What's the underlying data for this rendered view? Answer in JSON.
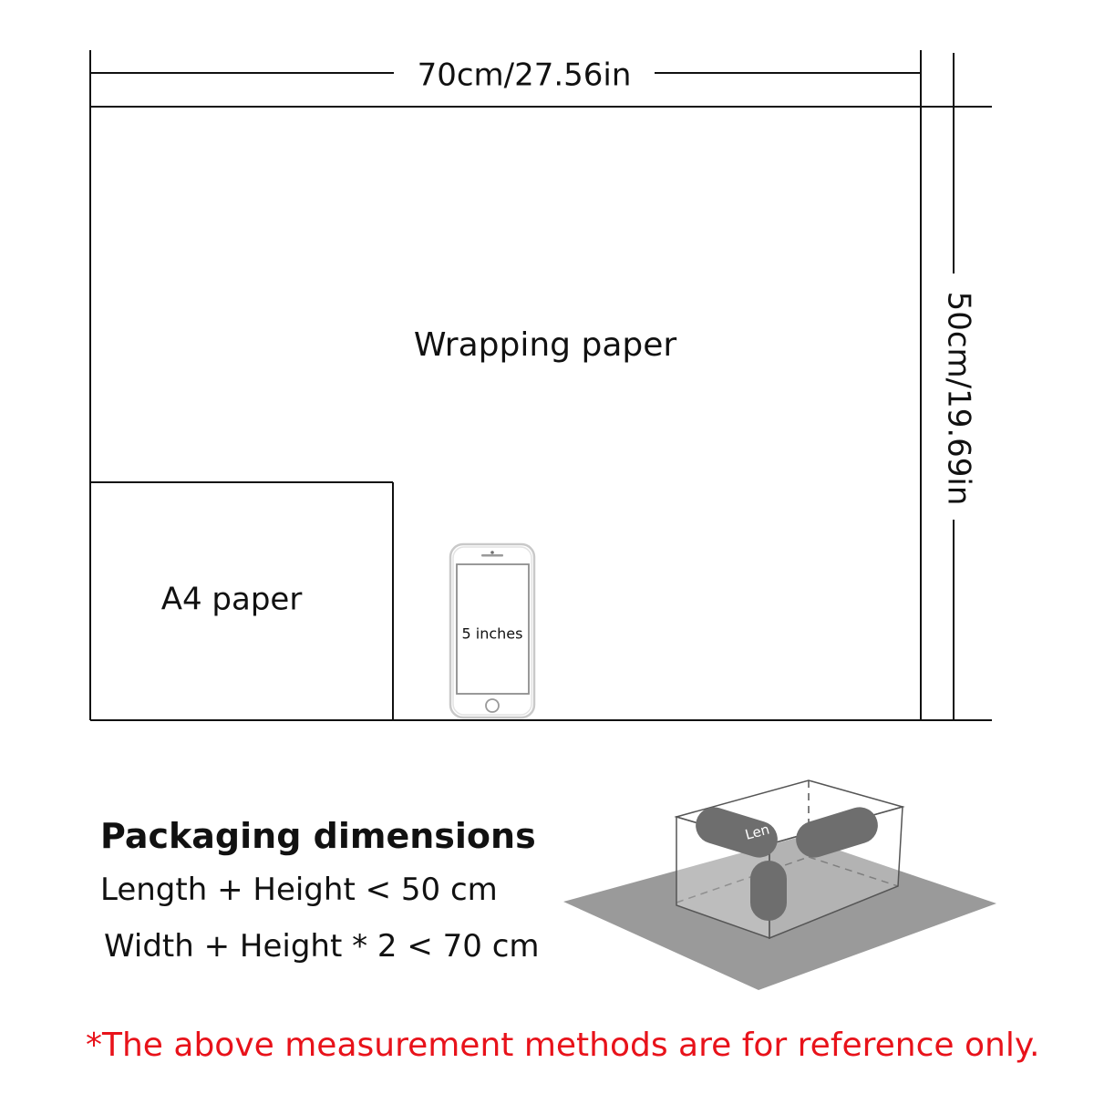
{
  "diagram": {
    "width_label": "70cm/27.56in",
    "height_label": "50cm/19.69in",
    "wrapping_paper_label": "Wrapping paper",
    "a4_paper_label": "A4 paper",
    "phone_label": "5 inches",
    "box_icon": "box-with-measure-tubes-icon",
    "phone_icon": "smartphone-icon"
  },
  "packaging": {
    "title": "Packaging dimensions",
    "line1": "Length + Height < 50 cm",
    "line2": "Width + Height * 2 < 70 cm"
  },
  "note": {
    "text": "*The above measurement methods are for reference only.",
    "color": "#e8121a"
  }
}
